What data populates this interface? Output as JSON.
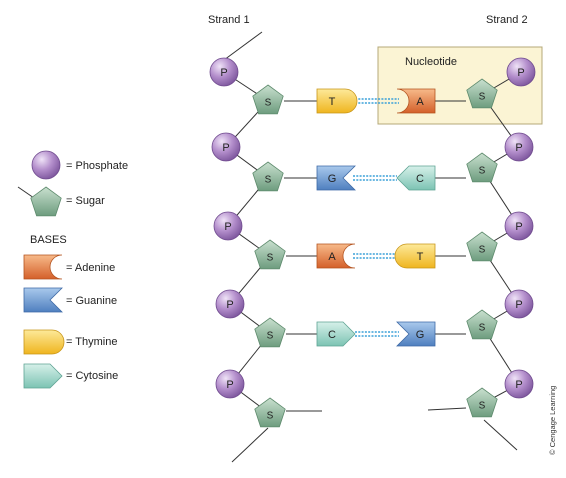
{
  "strand_labels": [
    "Strand 1",
    "Strand 2"
  ],
  "nucleotide_label": "Nucleotide",
  "phosphate_symbol": "P",
  "sugar_symbol": "S",
  "pairs": [
    {
      "left": "T",
      "right": "A"
    },
    {
      "left": "G",
      "right": "C"
    },
    {
      "left": "A",
      "right": "T"
    },
    {
      "left": "C",
      "right": "G"
    }
  ],
  "legend": {
    "phosphate": "= Phosphate",
    "sugar": "= Sugar",
    "bases_heading": "BASES",
    "adenine": "= Adenine",
    "guanine": "= Guanine",
    "thymine": "= Thymine",
    "cytosine": "= Cytosine"
  },
  "credit": "© Cengage Learning",
  "colors": {
    "phosphate": "#a97fc4",
    "sugar": "#8fb9a0",
    "adenine": "#e07a3a",
    "guanine": "#6d9bd0",
    "thymine": "#f5c73a",
    "cytosine": "#8ecfc2",
    "hydrogen_bond": "#3aa0d8",
    "nucleotide_box": "#fbf4d4"
  }
}
